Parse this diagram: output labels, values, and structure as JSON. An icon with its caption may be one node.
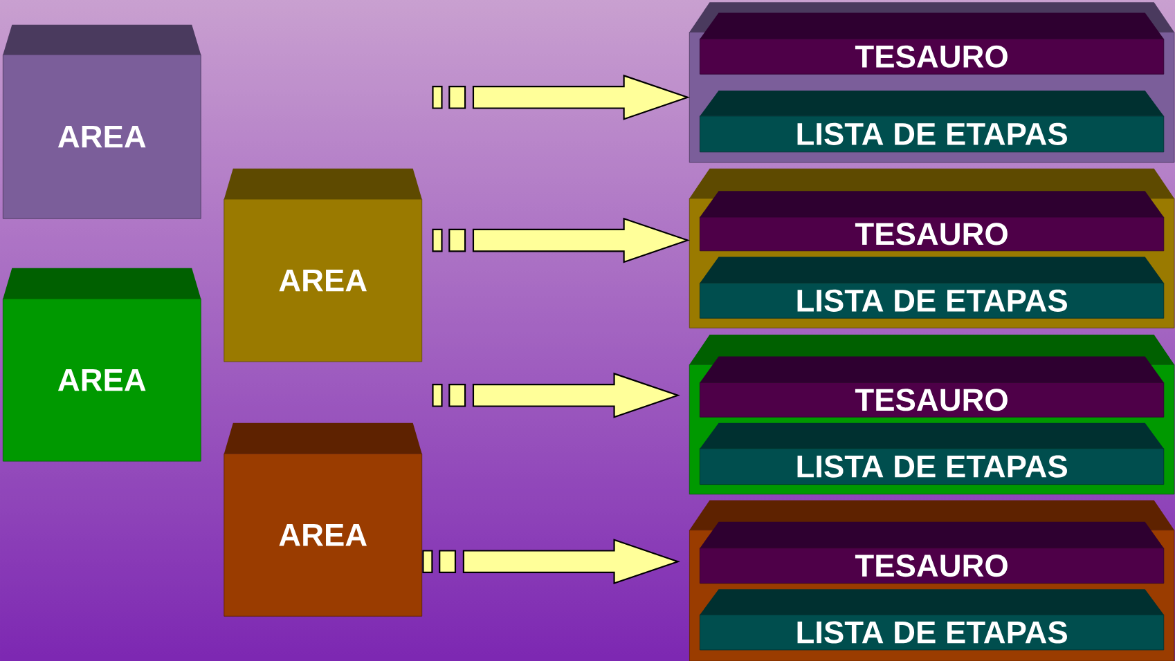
{
  "diagram": {
    "nodes": [
      {
        "text": [
          "AREA"
        ]
      },
      {
        "text": [
          "AREA"
        ]
      },
      {
        "text": [
          "AREA"
        ]
      },
      {
        "text": [
          "AREA"
        ]
      },
      {
        "text": [],
        "shape": "box"
      },
      {
        "text": [
          "TESAURO"
        ],
        "in": 4
      },
      {
        "text": [
          "LISTA DE ETAPAS"
        ],
        "in": 4
      },
      {
        "text": [],
        "shape": "box"
      },
      {
        "text": [
          "TESAURO"
        ],
        "in": 7
      },
      {
        "text": [
          "LISTA DE ETAPAS"
        ],
        "in": 7
      },
      {
        "text": [],
        "shape": "box"
      },
      {
        "text": [
          "TESAURO"
        ],
        "in": 10
      },
      {
        "text": [
          "LISTA DE ETAPAS"
        ],
        "in": 10
      },
      {
        "text": [],
        "shape": "box"
      },
      {
        "text": [
          "TESAURO"
        ],
        "in": 13
      },
      {
        "text": [
          "LISTA DE ETAPAS"
        ],
        "in": 13
      }
    ],
    "edges": [
      {
        "from": null,
        "to": 4,
        "arrow": "to"
      },
      {
        "from": null,
        "to": 7,
        "arrow": "to"
      },
      {
        "from": null,
        "to": 10,
        "arrow": "to"
      },
      {
        "from": null,
        "to": 13,
        "arrow": "to"
      }
    ]
  }
}
